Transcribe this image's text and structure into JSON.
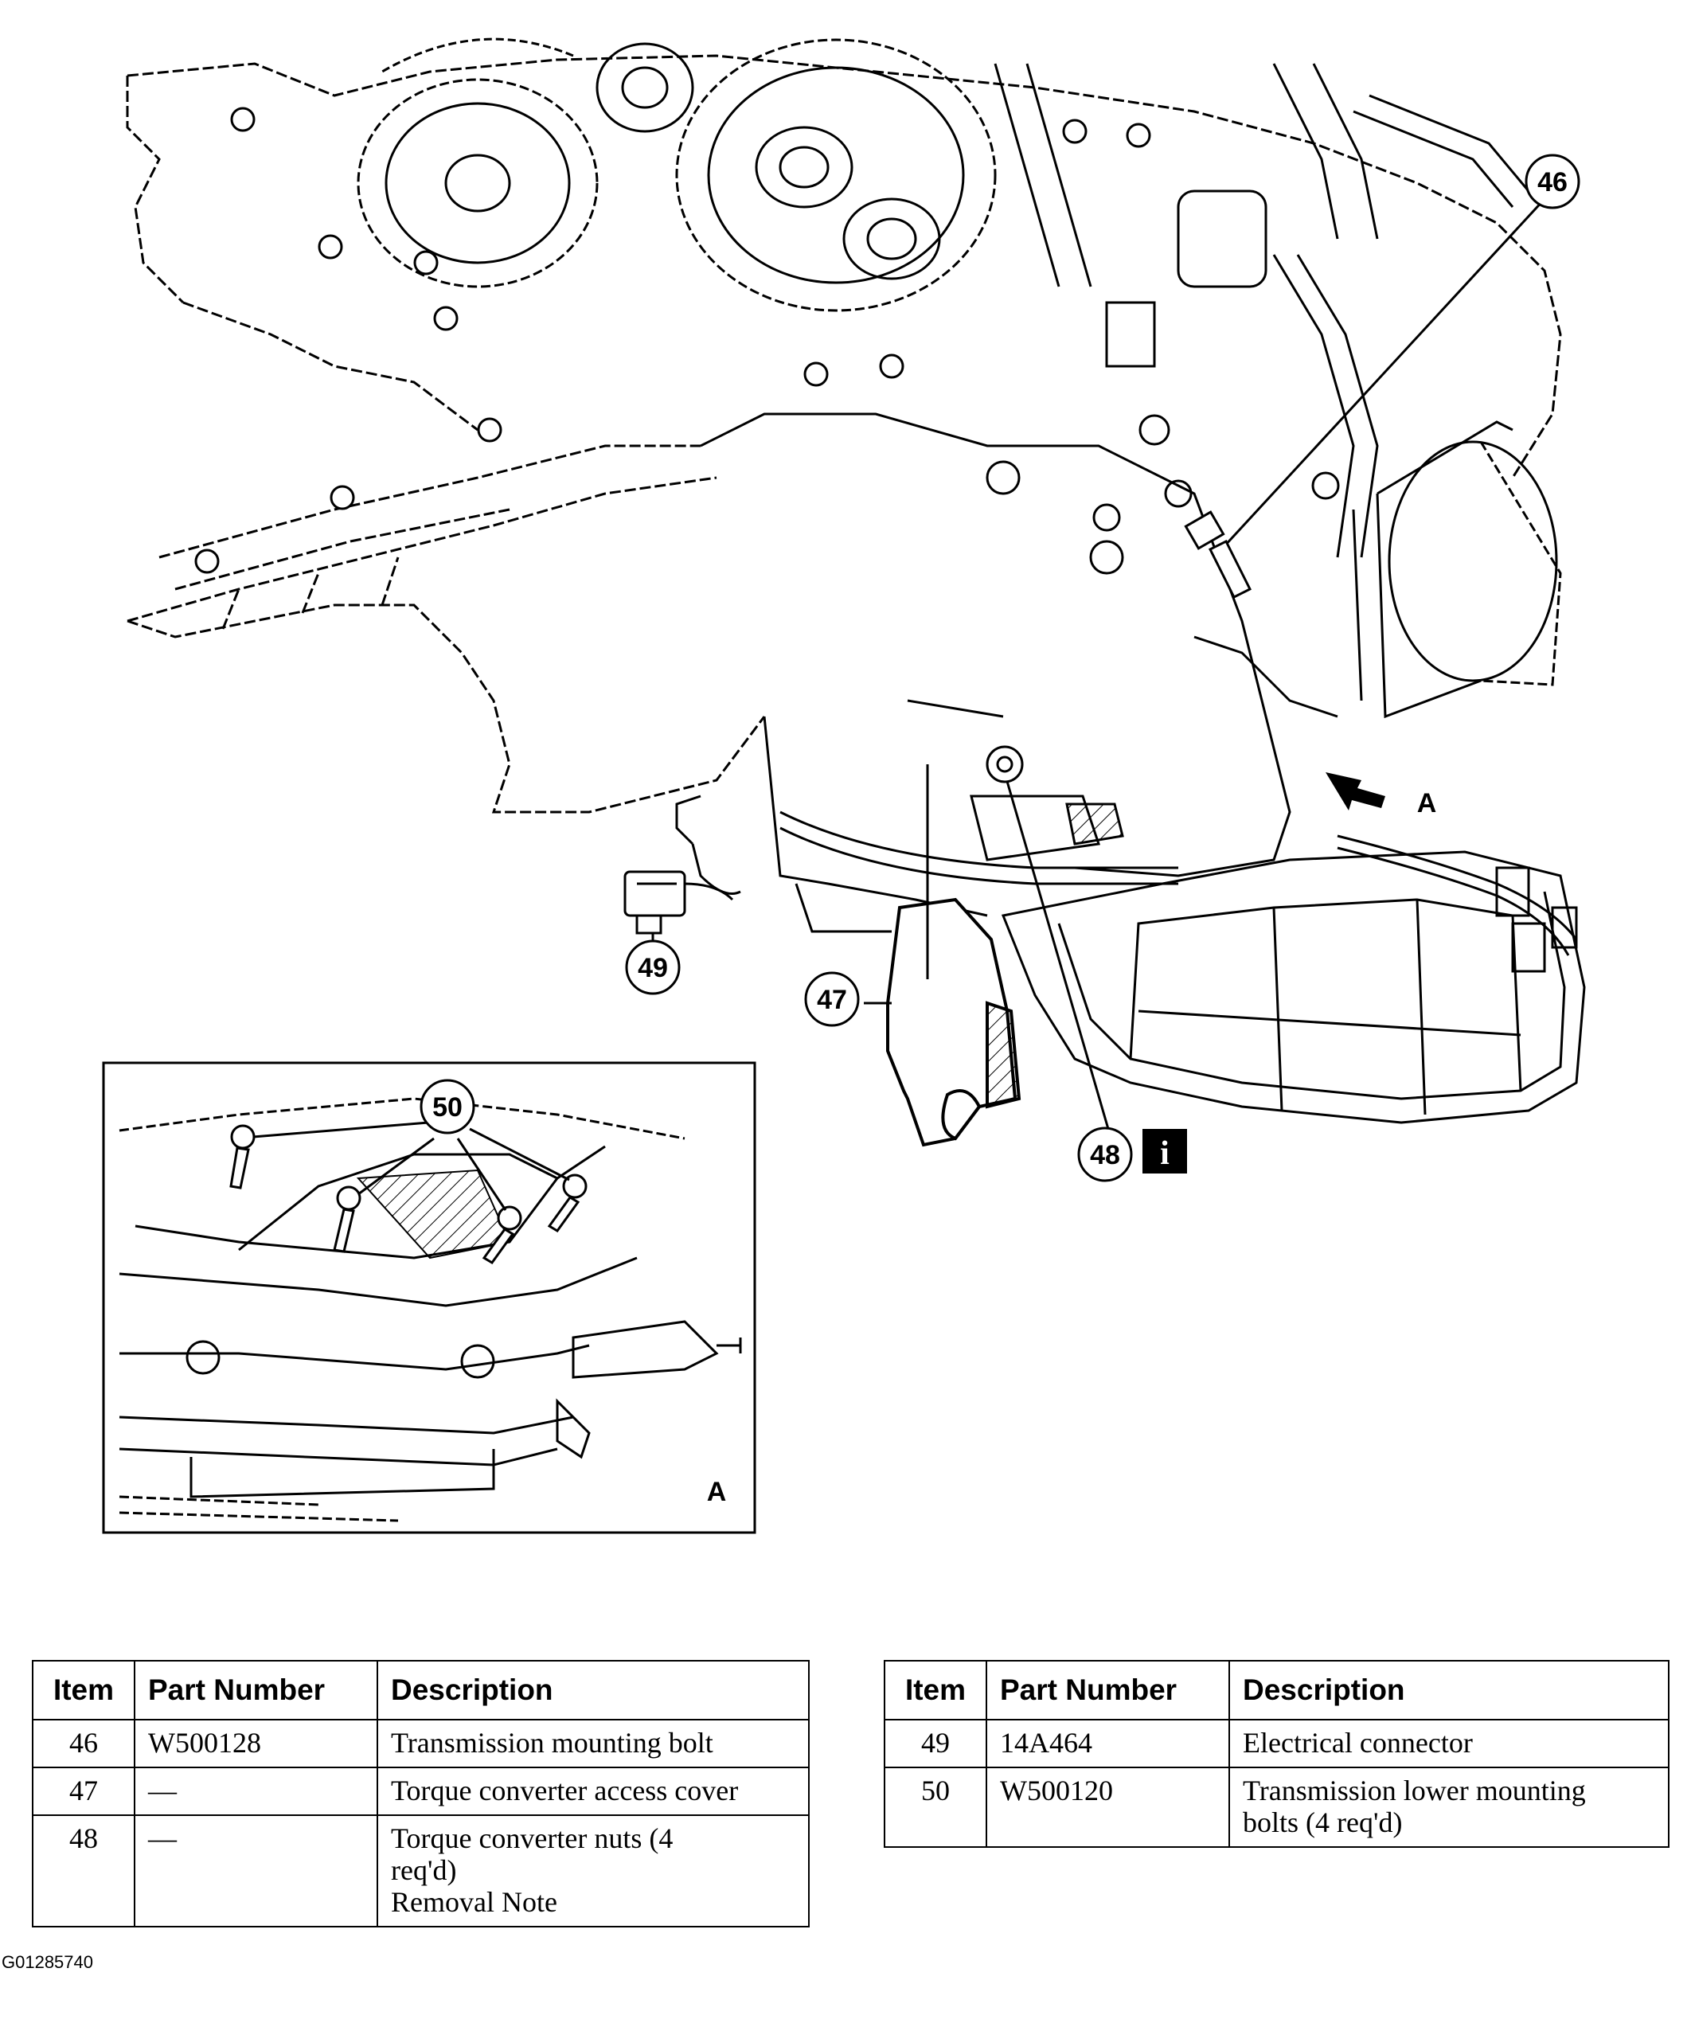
{
  "diagram": {
    "callouts": {
      "c46": "46",
      "c47": "47",
      "c48": "48",
      "c49": "49",
      "c50": "50"
    },
    "view_arrow_label": "A",
    "inset_label": "A",
    "info_icon": "i"
  },
  "table_left": {
    "headers": {
      "item": "Item",
      "part": "Part Number",
      "desc": "Description"
    },
    "rows": [
      {
        "item": "46",
        "part": "W500128",
        "desc": [
          "Transmission mounting bolt"
        ]
      },
      {
        "item": "47",
        "part": "—",
        "desc": [
          "Torque converter access cover"
        ]
      },
      {
        "item": "48",
        "part": "—",
        "desc": [
          "Torque converter nuts (4",
          "req'd)",
          "Removal Note"
        ]
      }
    ]
  },
  "table_right": {
    "headers": {
      "item": "Item",
      "part": "Part Number",
      "desc": "Description"
    },
    "rows": [
      {
        "item": "49",
        "part": "14A464",
        "desc": [
          "Electrical connector"
        ]
      },
      {
        "item": "50",
        "part": "W500120",
        "desc": [
          "Transmission lower mounting",
          "bolts (4 req'd)"
        ]
      }
    ]
  },
  "figure_id": "G01285740"
}
